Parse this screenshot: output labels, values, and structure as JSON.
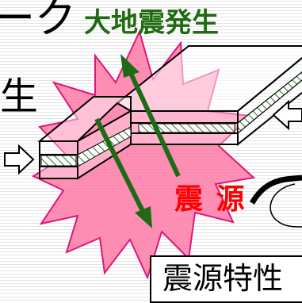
{
  "title": "大地震発生",
  "hypocenter_label": "震 源",
  "source_box_label": "震源特性",
  "partial_text_top": "ーク",
  "partial_text_mid": "生",
  "colors": {
    "title": "#1f6b12",
    "hypocenter": "#ff0000",
    "burst_fill": "#ff7aa8",
    "burst_stroke": "#e0157a",
    "arrow": "#1e6b16",
    "hatch": "#2f7f2f"
  },
  "icons": {
    "arrow_left_input": "hollow-right-arrow-icon",
    "arrow_right_input": "hollow-left-arrow-icon"
  }
}
